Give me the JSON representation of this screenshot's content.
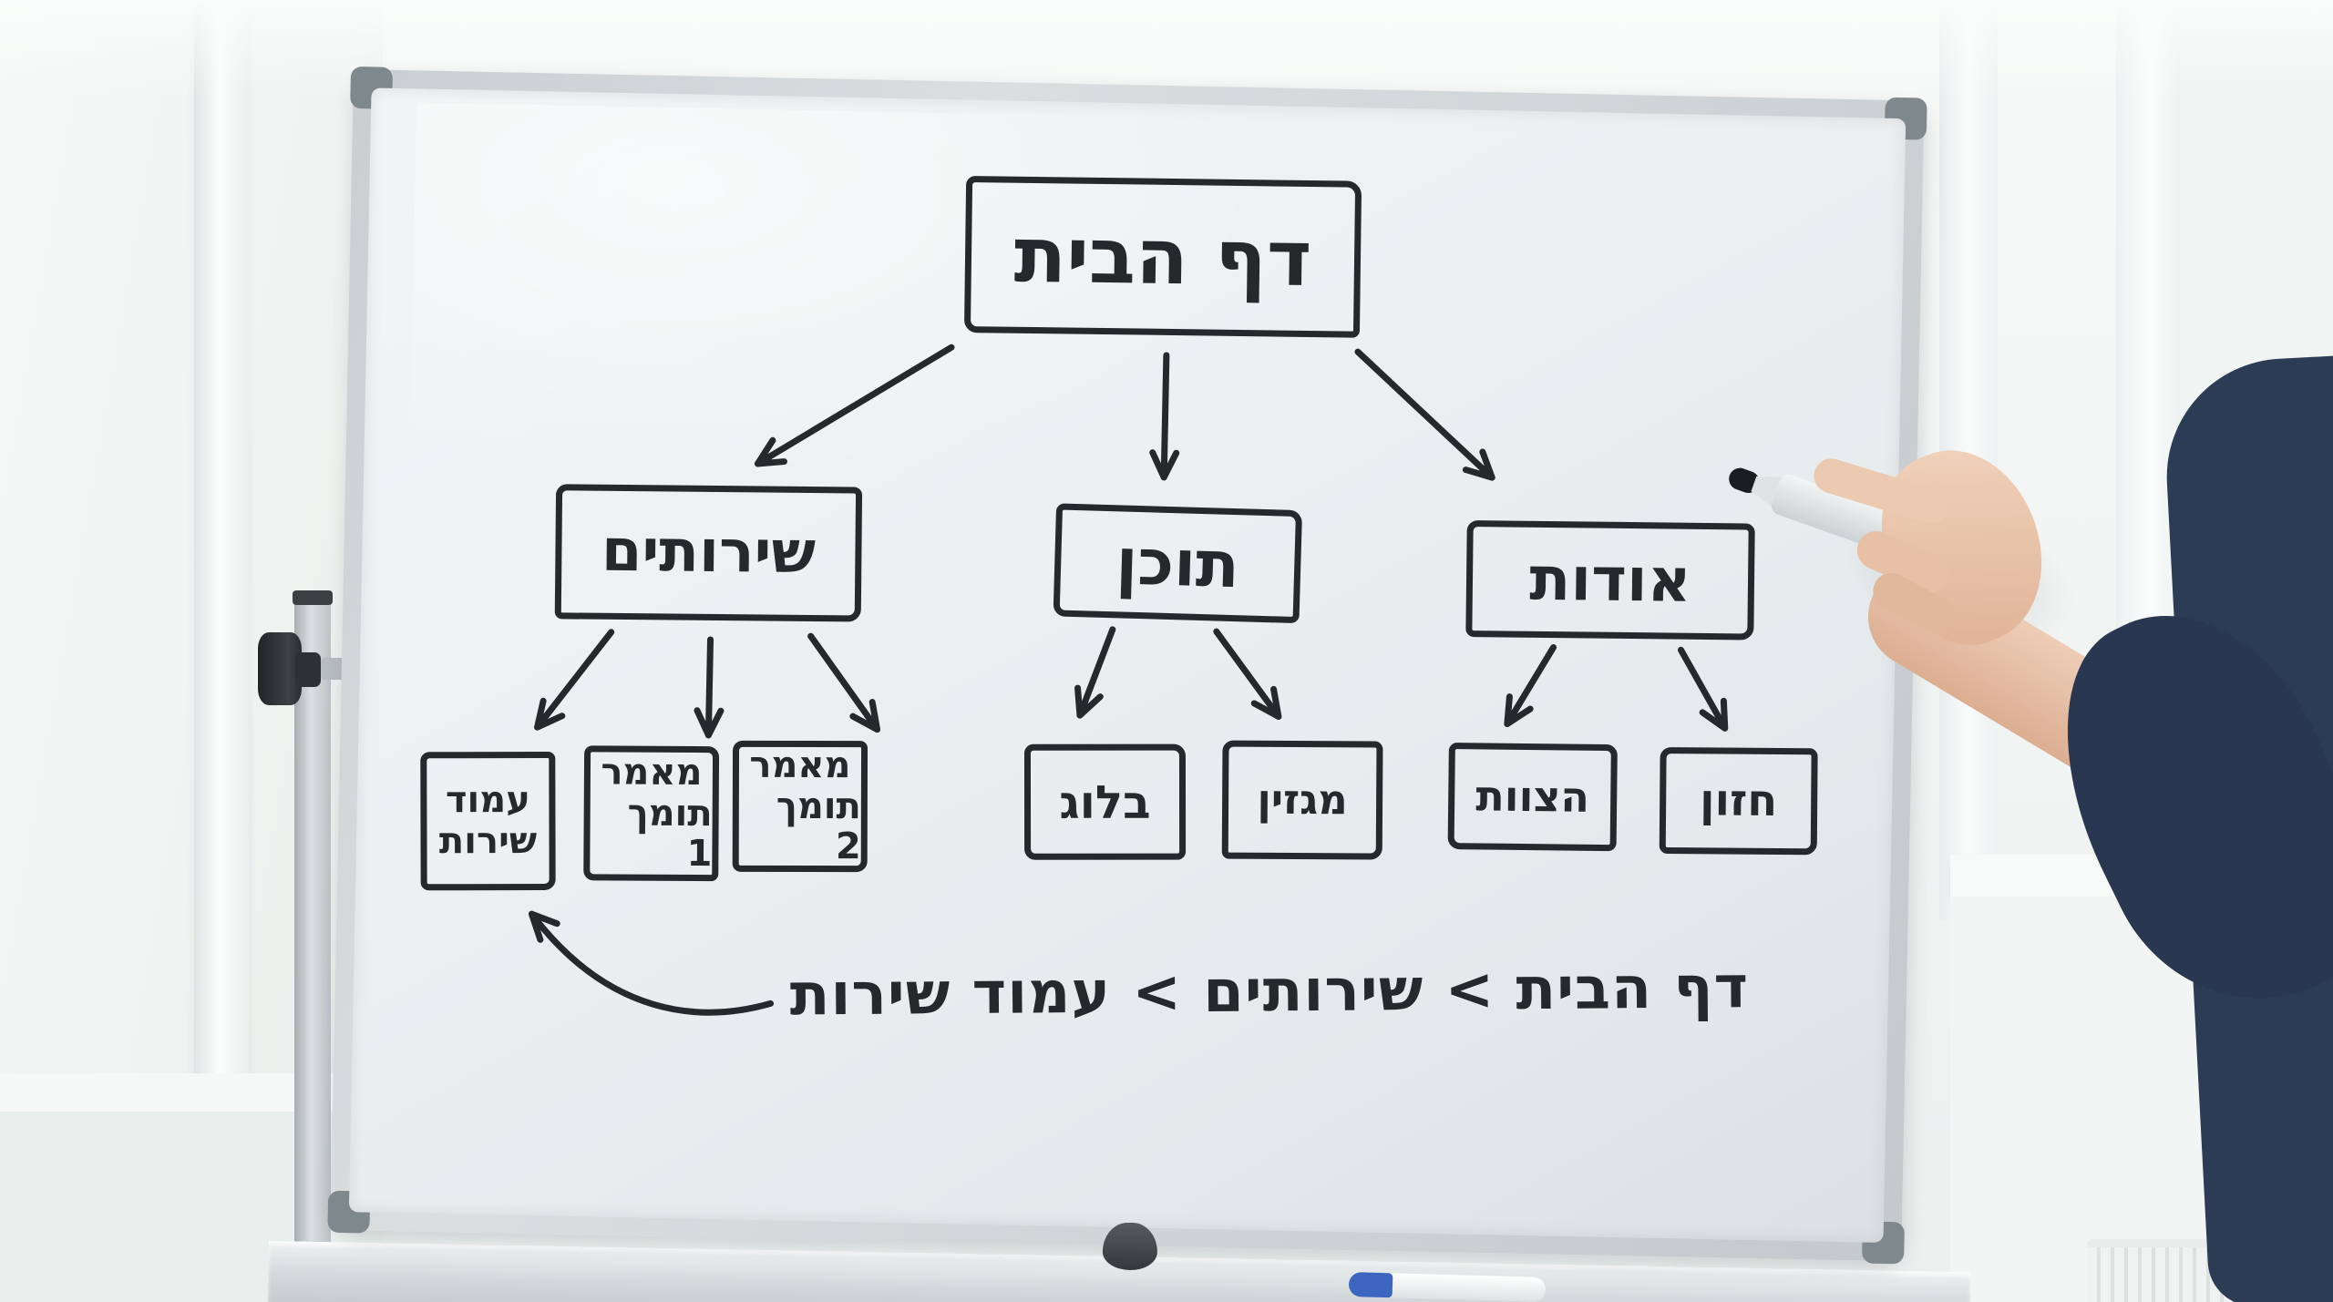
{
  "sitemap": {
    "root": {
      "label": "דף הבית"
    },
    "branches": [
      {
        "label": "שירותים",
        "children": [
          {
            "lines": [
              "עמוד",
              "שירות"
            ]
          },
          {
            "lines": [
              "מאמר",
              "תומך 1"
            ]
          },
          {
            "lines": [
              "מאמר",
              "תומך 2"
            ]
          }
        ]
      },
      {
        "label": "תוכן",
        "children": [
          {
            "lines": [
              "בלוג"
            ]
          },
          {
            "lines": [
              "מגזין"
            ]
          }
        ]
      },
      {
        "label": "אודות",
        "children": [
          {
            "lines": [
              "הצוות"
            ]
          },
          {
            "lines": [
              "חזון"
            ]
          }
        ]
      }
    ],
    "breadcrumb": "דף הבית > שירותים > עמוד שירות"
  },
  "colors": {
    "marker_ink": "#26292b",
    "tray_marker_cap": "#3d66c0",
    "shirt_navy": "#2d3c55"
  }
}
